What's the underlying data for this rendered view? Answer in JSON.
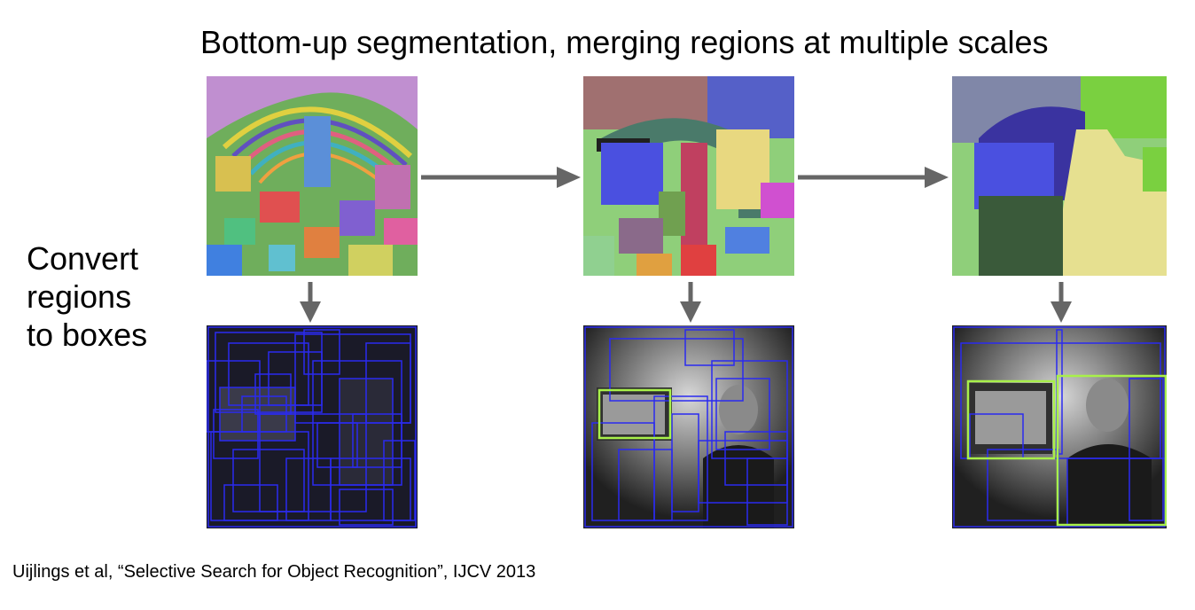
{
  "title": "Bottom-up segmentation, merging regions at multiple scales",
  "side_label": [
    "Convert",
    "regions",
    "to boxes"
  ],
  "citation": "Uijlings et al, “Selective Search for Object Recognition”, IJCV 2013",
  "colors": {
    "arrow": "#666666",
    "box_blue": "#2a2af0",
    "box_green": "#a8f04a"
  }
}
